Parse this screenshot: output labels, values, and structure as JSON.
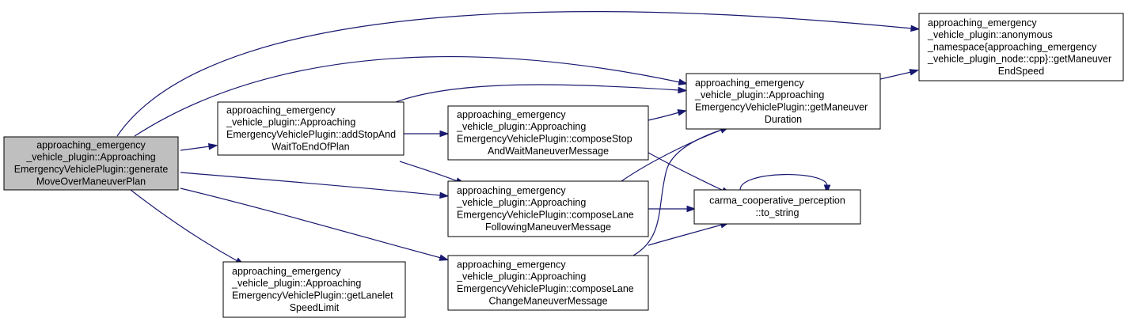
{
  "colors": {
    "edge": "#191970",
    "root_fill": "#bfbfbf",
    "node_fill": "#ffffff",
    "border": "#000000"
  },
  "nodes": {
    "generate": [
      "approaching_emergency",
      "_vehicle_plugin::Approaching",
      "EmergencyVehiclePlugin::generate",
      "MoveOverManeuverPlan"
    ],
    "addStop": [
      "approaching_emergency",
      "_vehicle_plugin::Approaching",
      "EmergencyVehiclePlugin::addStopAnd",
      "WaitToEndOfPlan"
    ],
    "getLanelet": [
      "approaching_emergency",
      "_vehicle_plugin::Approaching",
      "EmergencyVehiclePlugin::getLanelet",
      "SpeedLimit"
    ],
    "composeStop": [
      "approaching_emergency",
      "_vehicle_plugin::Approaching",
      "EmergencyVehiclePlugin::composeStop",
      "AndWaitManeuverMessage"
    ],
    "composeLaneFollowing": [
      "approaching_emergency",
      "_vehicle_plugin::Approaching",
      "EmergencyVehiclePlugin::composeLane",
      "FollowingManeuverMessage"
    ],
    "composeLaneChange": [
      "approaching_emergency",
      "_vehicle_plugin::Approaching",
      "EmergencyVehiclePlugin::composeLane",
      "ChangeManeuverMessage"
    ],
    "getDuration": [
      "approaching_emergency",
      "_vehicle_plugin::Approaching",
      "EmergencyVehiclePlugin::getManeuver",
      "Duration"
    ],
    "toString": [
      "carma_cooperative_perception",
      "::to_string"
    ],
    "getEndSpeed": [
      "approaching_emergency",
      "_vehicle_plugin::anonymous",
      "_namespace{approaching_emergency",
      "_vehicle_plugin_node::cpp}::getManeuver",
      "EndSpeed"
    ]
  }
}
